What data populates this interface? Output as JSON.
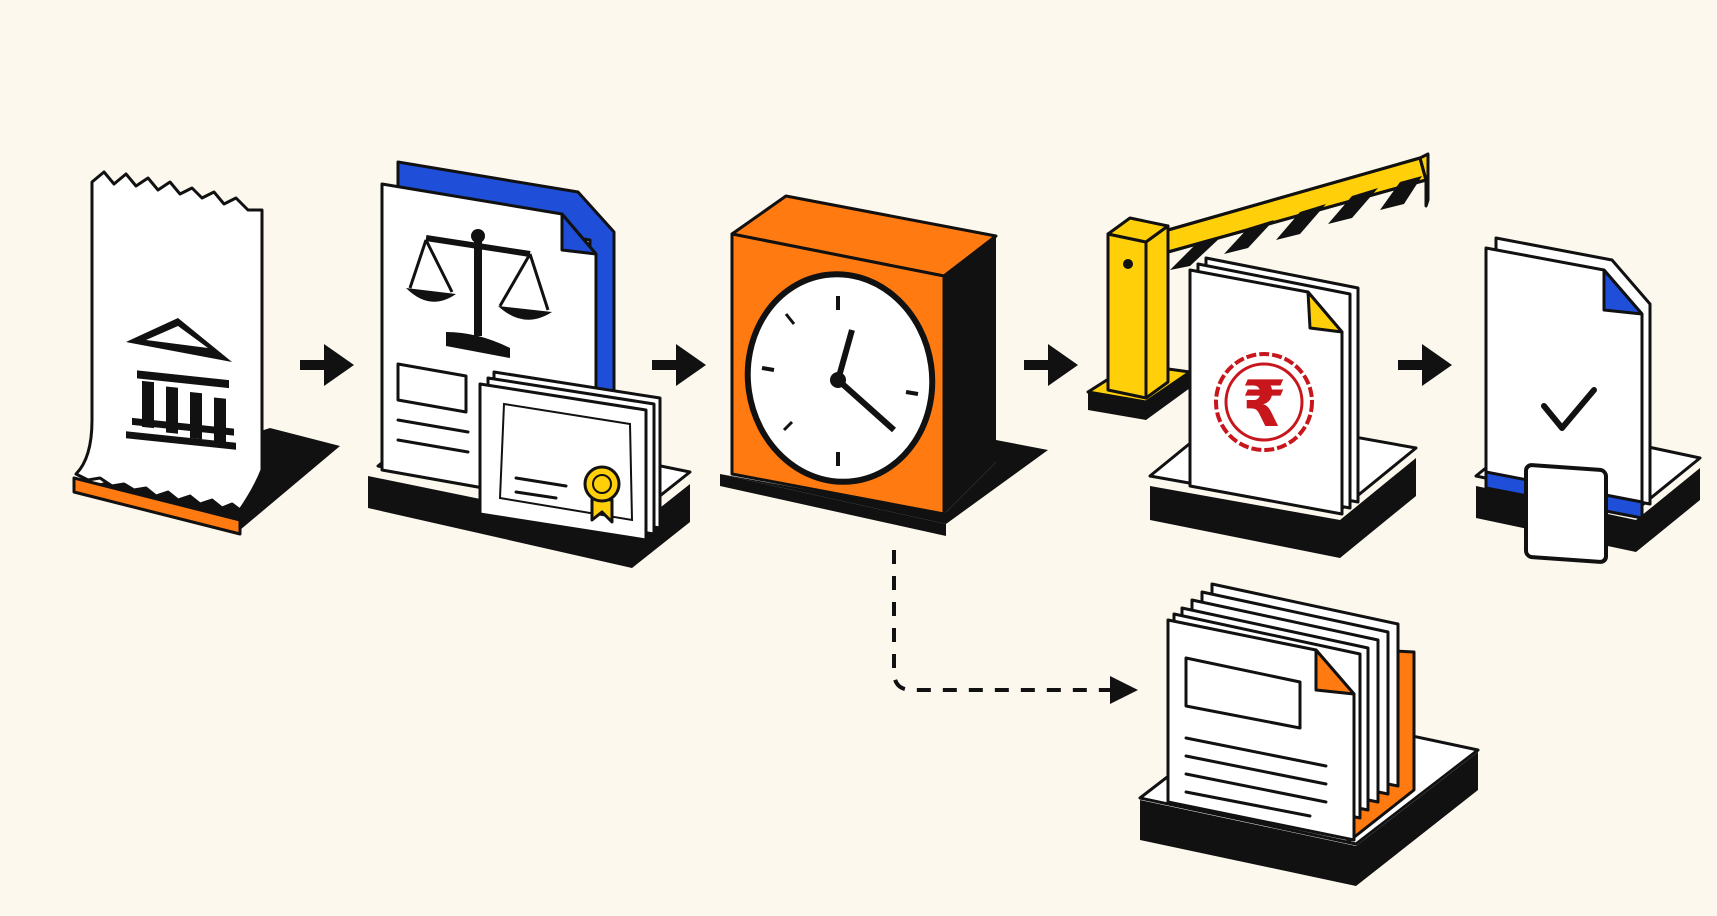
{
  "colors": {
    "background": "#FCF8EE",
    "ink": "#111111",
    "paper": "#FFFFFF",
    "orange": "#FF7A10",
    "blue": "#1F4FD8",
    "yellow": "#FFCF0A",
    "red": "#C8161D"
  },
  "steps": [
    {
      "id": "bank-receipt",
      "icon": "bank-icon"
    },
    {
      "id": "legal-documents",
      "icon": "scales-of-justice-icon"
    },
    {
      "id": "waiting-period",
      "icon": "clock-icon"
    },
    {
      "id": "payment-barrier",
      "icon": "rupee-stamp-icon"
    },
    {
      "id": "approved-document",
      "icon": "checkmark-icon"
    }
  ],
  "branch": {
    "from": "waiting-period",
    "to": "document-files",
    "style": "dashed"
  },
  "symbols": {
    "currency": "₹"
  }
}
